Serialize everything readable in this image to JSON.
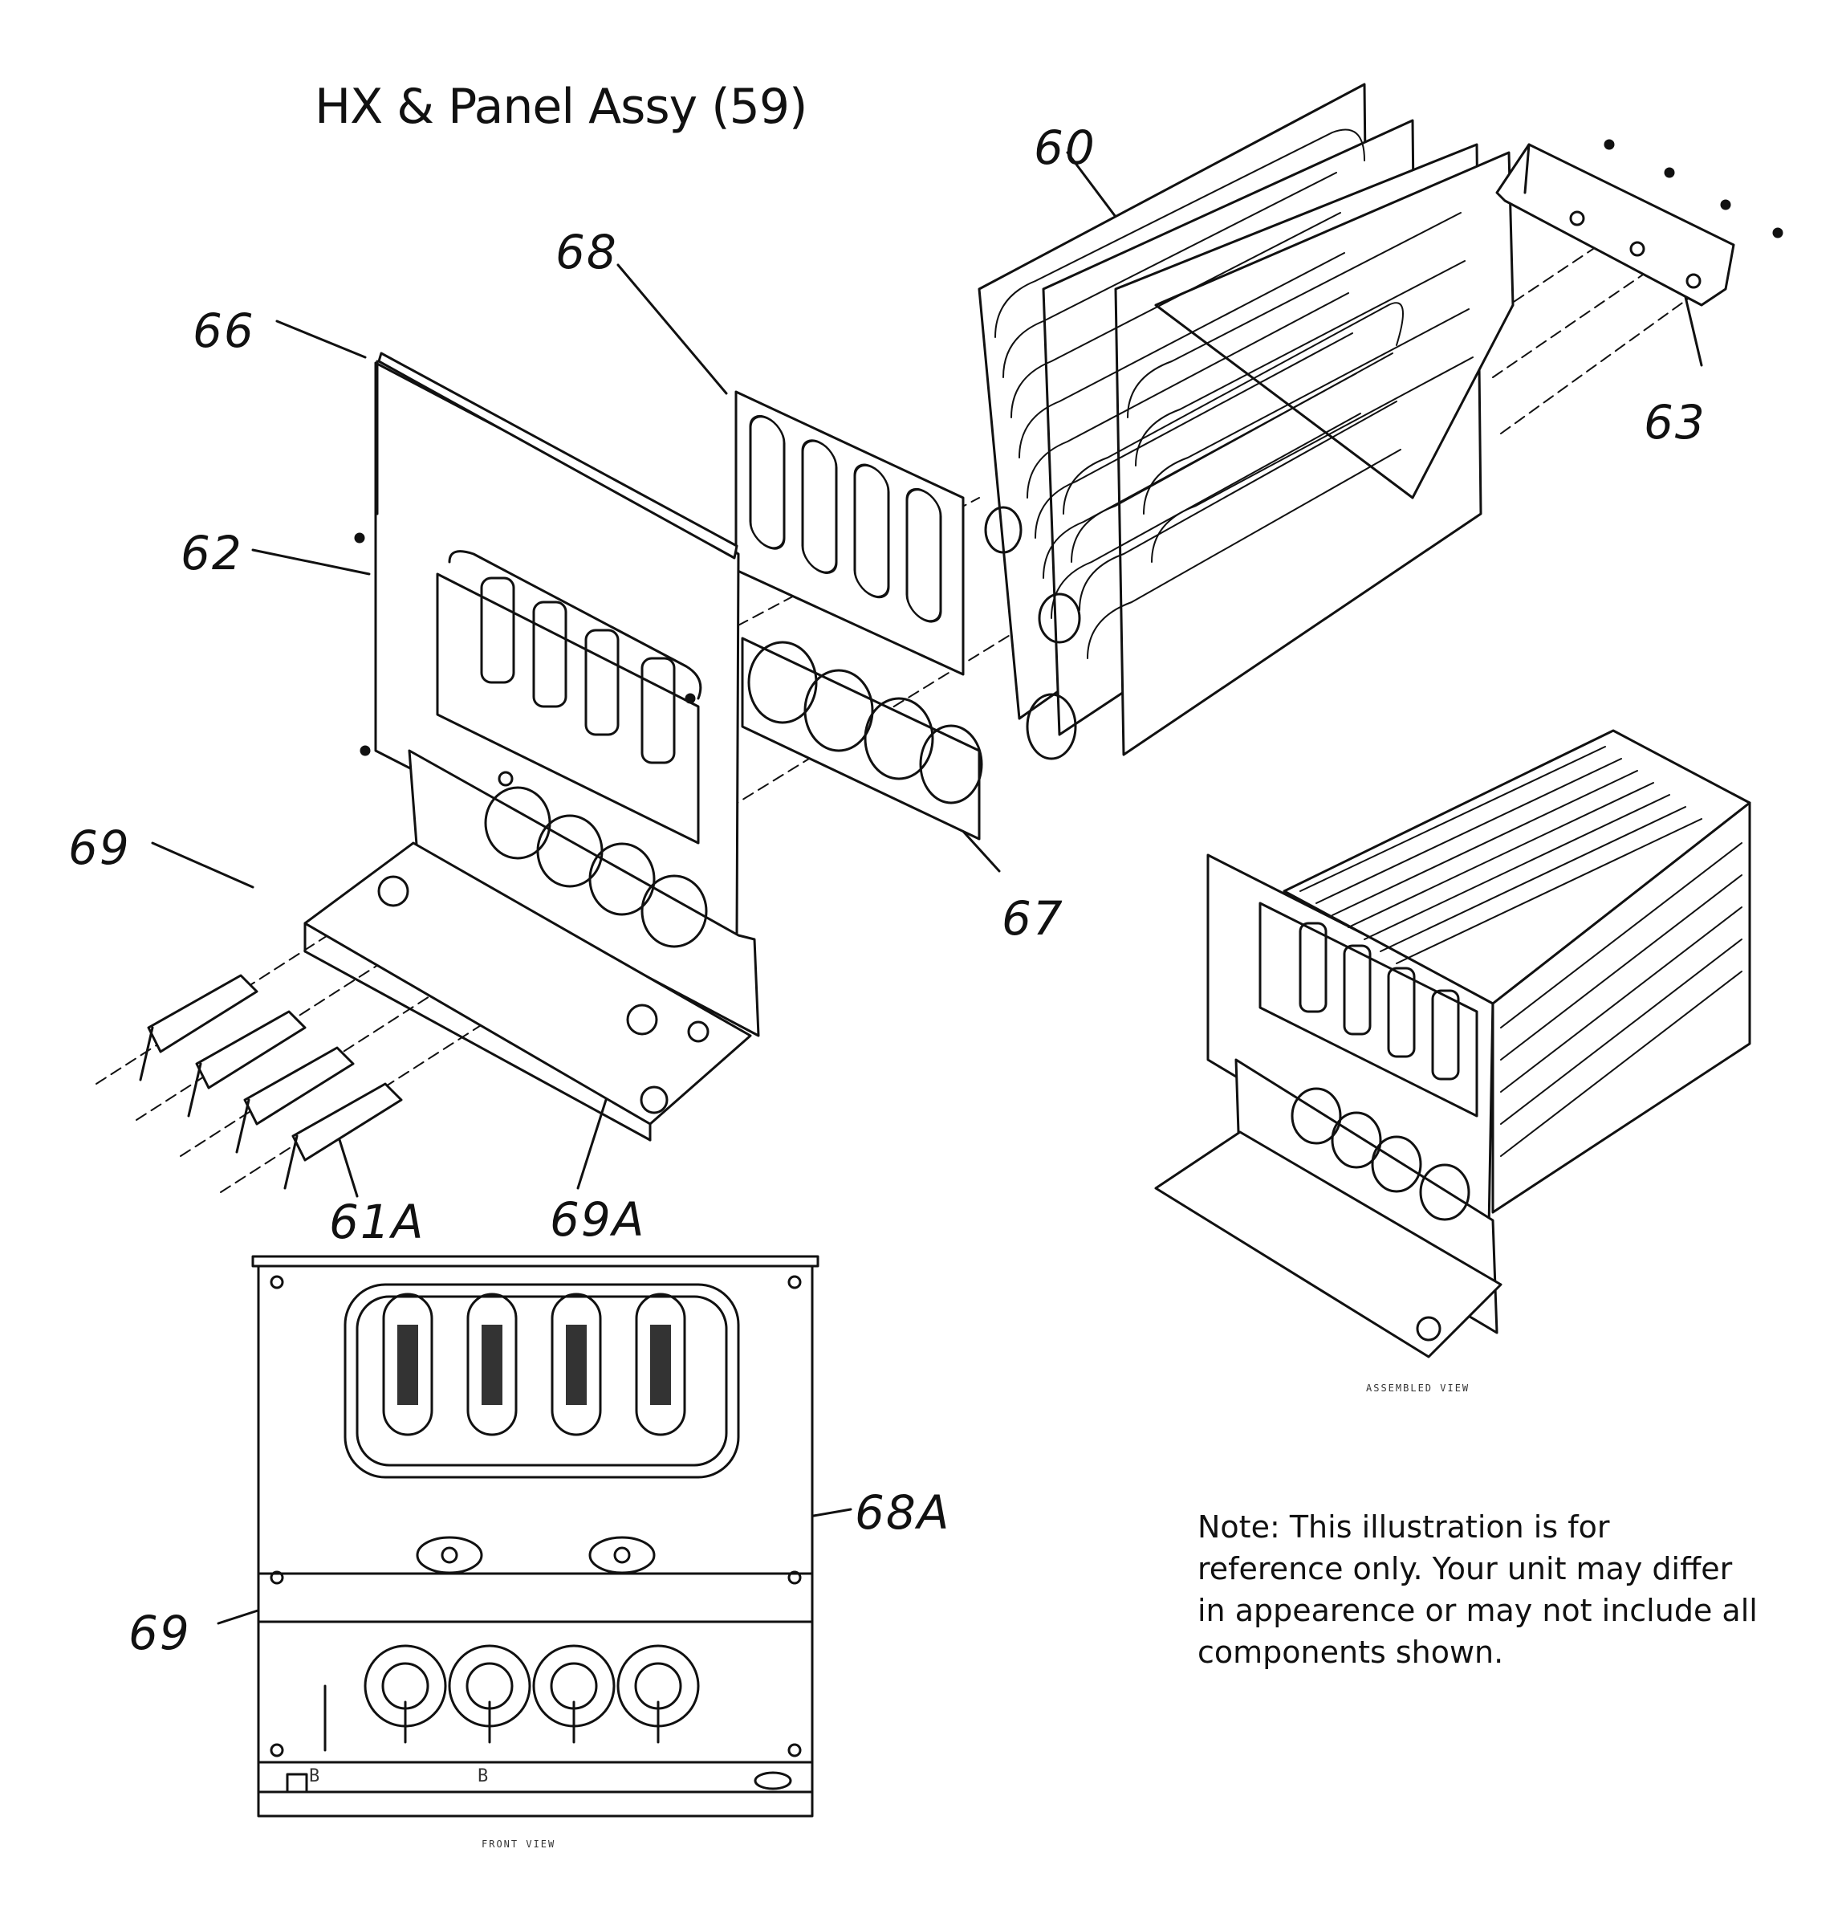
{
  "title": "HX & Panel Assy (59)",
  "callouts": {
    "c60": "60",
    "c63": "63",
    "c68": "68",
    "c66": "66",
    "c62": "62",
    "c69_top": "69",
    "c67": "67",
    "c61a": "61A",
    "c69a": "69A",
    "c68a": "68A",
    "c69_bottom": "69"
  },
  "view_labels": {
    "assembled": "ASSEMBLED VIEW",
    "front": "FRONT VIEW"
  },
  "panel_markings": [
    "B",
    "B"
  ],
  "note": "Note: This illustration is for reference only. Your unit may differ in appearence or may not include all components shown."
}
